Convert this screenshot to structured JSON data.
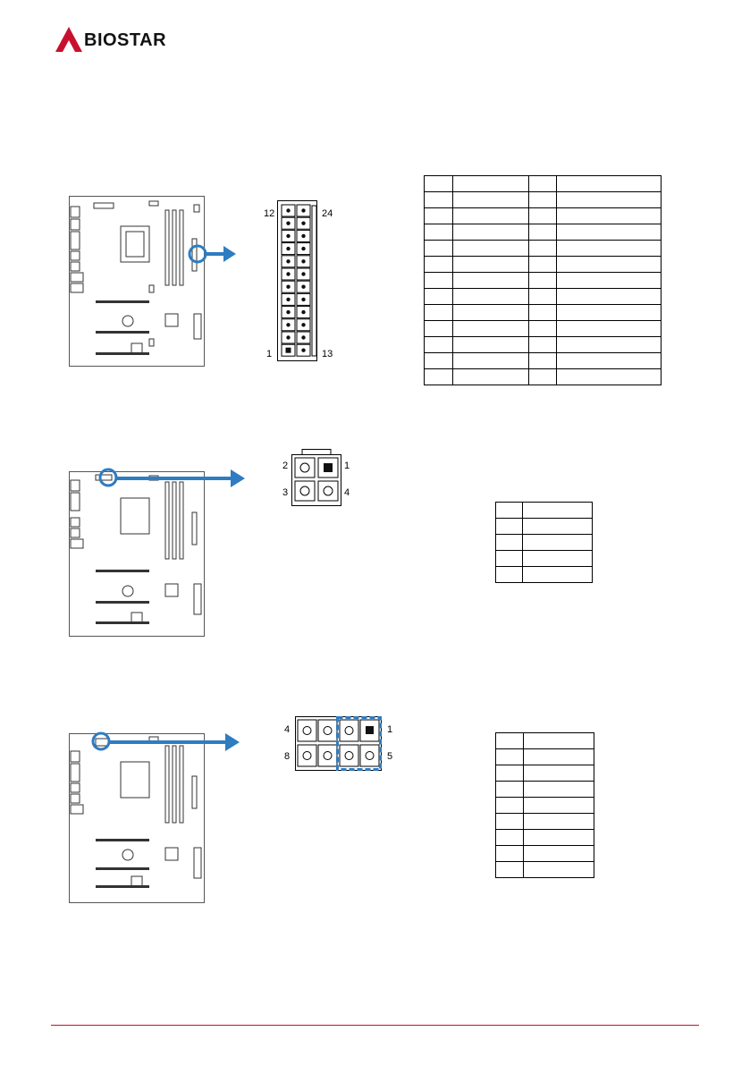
{
  "brand": {
    "logo_text": "BIOSTAR"
  },
  "colors": {
    "brand_red": "#c8102e",
    "arrow_blue": "#2e7cc1"
  },
  "atx24": {
    "label_top_left": "12",
    "label_top_right": "24",
    "label_bottom_left": "1",
    "label_bottom_right": "13",
    "table_rows": 13
  },
  "atx4": {
    "label_2": "2",
    "label_1": "1",
    "label_3": "3",
    "label_4": "4",
    "table_rows": 5
  },
  "atx8": {
    "label_4": "4",
    "label_1": "1",
    "label_8": "8",
    "label_5": "5",
    "table_rows": 9
  }
}
